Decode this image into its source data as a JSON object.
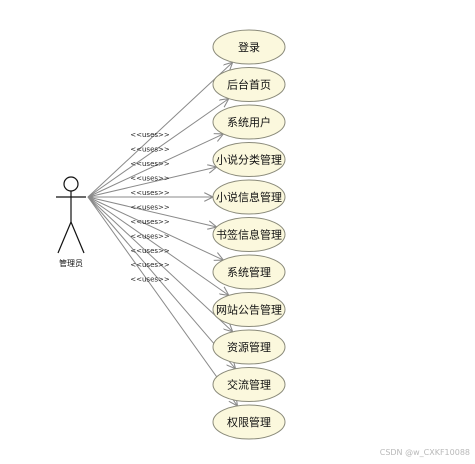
{
  "actor": {
    "label": "管理员"
  },
  "stereotype": "<<uses>>",
  "use_cases": [
    "登录",
    "后台首页",
    "系统用户",
    "小说分类管理",
    "小说信息管理",
    "书签信息管理",
    "系统管理",
    "网站公告管理",
    "资源管理",
    "交流管理",
    "权限管理"
  ],
  "watermark": "CSDN @w_CXKF10088"
}
